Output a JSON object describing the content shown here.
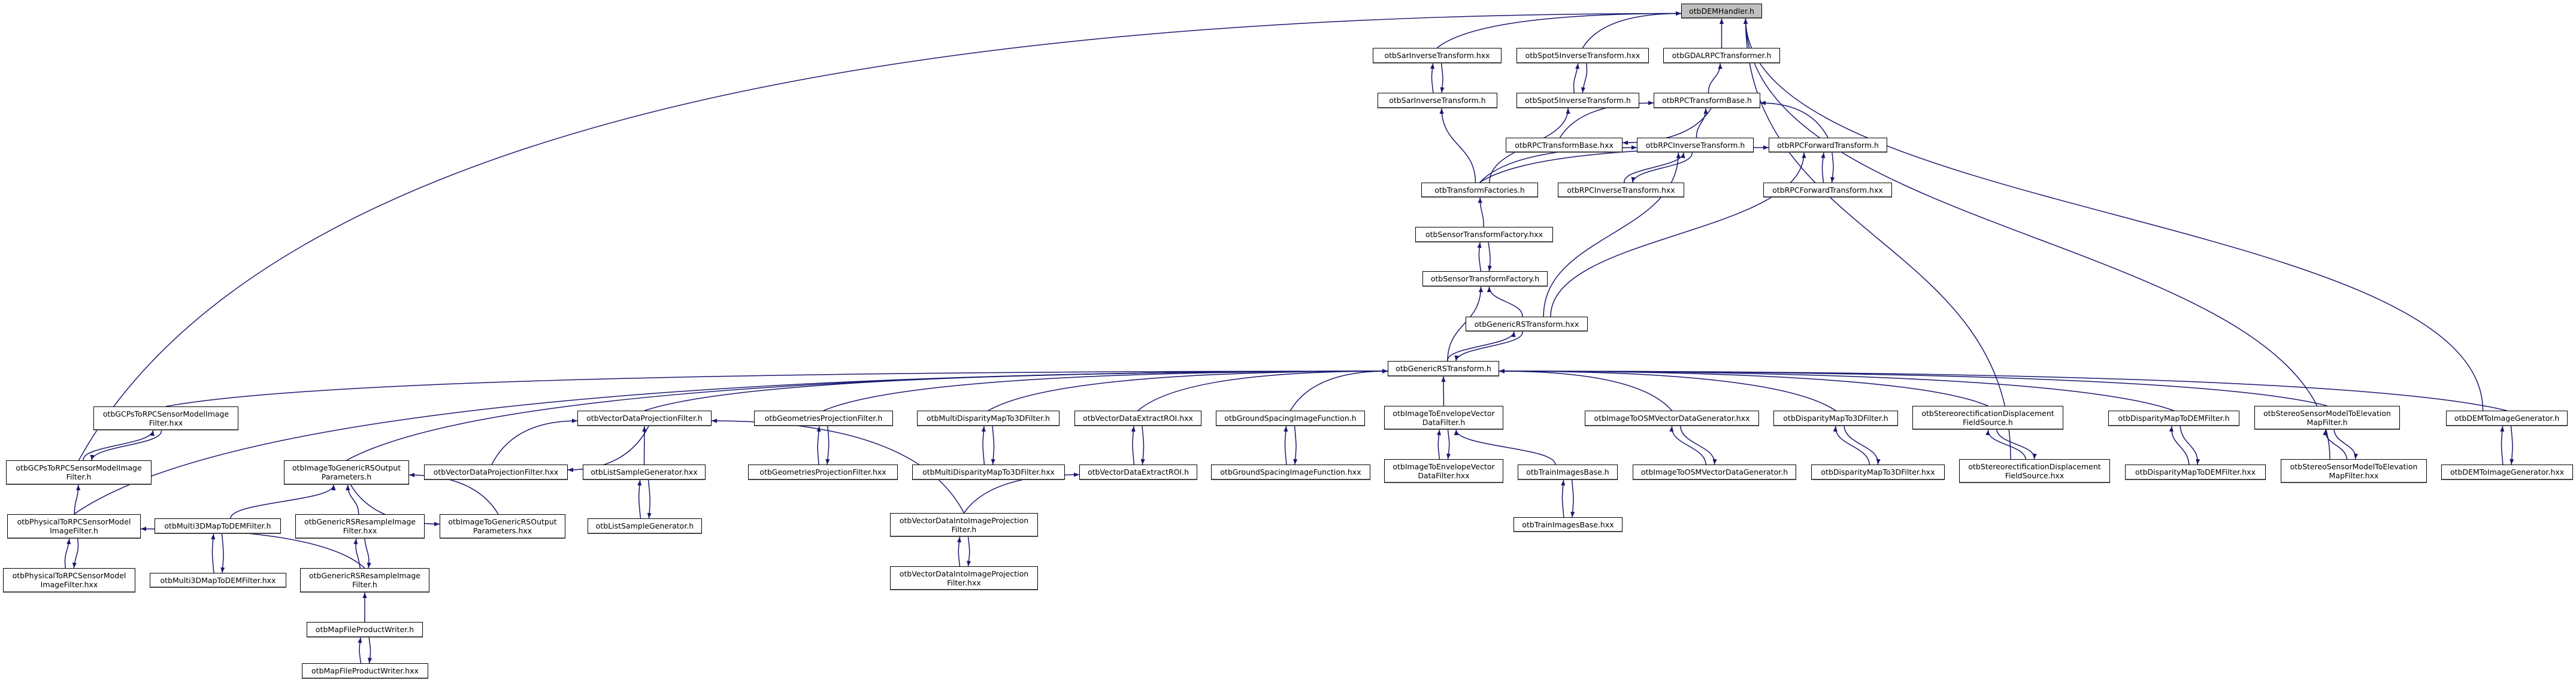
{
  "colors": {
    "edge": "#191970",
    "root_fill": "#bfbfbf",
    "node_border": "#000000"
  },
  "root": "dem",
  "nodes": [
    {
      "id": "dem",
      "label": "otbDEMHandler.h"
    },
    {
      "id": "sar_hxx",
      "label": "otbSarInverseTransform.hxx"
    },
    {
      "id": "spot_hxx",
      "label": "otbSpot5InverseTransform.hxx"
    },
    {
      "id": "gdal",
      "label": "otbGDALRPCTransformer.h"
    },
    {
      "id": "sar_h",
      "label": "otbSarInverseTransform.h"
    },
    {
      "id": "spot_h",
      "label": "otbSpot5InverseTransform.h"
    },
    {
      "id": "rpcb_h",
      "label": "otbRPCTransformBase.h"
    },
    {
      "id": "rpcb_hxx",
      "label": "otbRPCTransformBase.hxx"
    },
    {
      "id": "rpci_h",
      "label": "otbRPCInverseTransform.h"
    },
    {
      "id": "rpcf_h",
      "label": "otbRPCForwardTransform.h"
    },
    {
      "id": "tf_h",
      "label": "otbTransformFactories.h"
    },
    {
      "id": "rpci_hxx",
      "label": "otbRPCInverseTransform.hxx"
    },
    {
      "id": "rpcf_hxx",
      "label": "otbRPCForwardTransform.hxx"
    },
    {
      "id": "stf_hxx",
      "label": "otbSensorTransformFactory.hxx"
    },
    {
      "id": "stf_h",
      "label": "otbSensorTransformFactory.h"
    },
    {
      "id": "grs_hxx",
      "label": "otbGenericRSTransform.hxx"
    },
    {
      "id": "grs_h",
      "label": "otbGenericRSTransform.h"
    },
    {
      "id": "gcps_hxx",
      "label": "otbGCPsToRPCSensorModelImage\nFilter.hxx"
    },
    {
      "id": "vdp_h",
      "label": "otbVectorDataProjectionFilter.h"
    },
    {
      "id": "geo_h",
      "label": "otbGeometriesProjectionFilter.h"
    },
    {
      "id": "mdisp_h",
      "label": "otbMultiDisparityMapTo3DFilter.h"
    },
    {
      "id": "vdroi_hxx",
      "label": "otbVectorDataExtractROI.hxx"
    },
    {
      "id": "gs_h",
      "label": "otbGroundSpacingImageFunction.h"
    },
    {
      "id": "env_h",
      "label": "otbImageToEnvelopeVector\nDataFilter.h"
    },
    {
      "id": "osm_hxx",
      "label": "otbImageToOSMVectorDataGenerator.hxx"
    },
    {
      "id": "d3d_h",
      "label": "otbDisparityMapTo3DFilter.h"
    },
    {
      "id": "srect_h",
      "label": "otbStereorectificationDisplacement\nFieldSource.h"
    },
    {
      "id": "ddem_h",
      "label": "otbDisparityMapToDEMFilter.h"
    },
    {
      "id": "ssm_h",
      "label": "otbStereoSensorModelToElevation\nMapFilter.h"
    },
    {
      "id": "demimg_h",
      "label": "otbDEMToImageGenerator.h"
    },
    {
      "id": "gcps_h",
      "label": "otbGCPsToRPCSensorModelImage\nFilter.h"
    },
    {
      "id": "ogp_h",
      "label": "otbImageToGenericRSOutput\nParameters.h"
    },
    {
      "id": "vdp_hxx",
      "label": "otbVectorDataProjectionFilter.hxx"
    },
    {
      "id": "ls_hxx",
      "label": "otbListSampleGenerator.hxx"
    },
    {
      "id": "geo_hxx",
      "label": "otbGeometriesProjectionFilter.hxx"
    },
    {
      "id": "mdisp_hxx",
      "label": "otbMultiDisparityMapTo3DFilter.hxx"
    },
    {
      "id": "vdroi_h",
      "label": "otbVectorDataExtractROI.h"
    },
    {
      "id": "gs_hxx",
      "label": "otbGroundSpacingImageFunction.hxx"
    },
    {
      "id": "env_hxx",
      "label": "otbImageToEnvelopeVector\nDataFilter.hxx"
    },
    {
      "id": "tib_h",
      "label": "otbTrainImagesBase.h"
    },
    {
      "id": "osm_h",
      "label": "otbImageToOSMVectorDataGenerator.h"
    },
    {
      "id": "d3d_hxx",
      "label": "otbDisparityMapTo3DFilter.hxx"
    },
    {
      "id": "srect_hxx",
      "label": "otbStereorectificationDisplacement\nFieldSource.hxx"
    },
    {
      "id": "ddem_hxx",
      "label": "otbDisparityMapToDEMFilter.hxx"
    },
    {
      "id": "ssm_hxx",
      "label": "otbStereoSensorModelToElevation\nMapFilter.hxx"
    },
    {
      "id": "demimg_hxx",
      "label": "otbDEMToImageGenerator.hxx"
    },
    {
      "id": "phys_h",
      "label": "otbPhysicalToRPCSensorModel\nImageFilter.h"
    },
    {
      "id": "m3d_h",
      "label": "otbMulti3DMapToDEMFilter.h"
    },
    {
      "id": "rsr_hxx",
      "label": "otbGenericRSResampleImage\nFilter.hxx"
    },
    {
      "id": "ogp_hxx",
      "label": "otbImageToGenericRSOutput\nParameters.hxx"
    },
    {
      "id": "ls_h",
      "label": "otbListSampleGenerator.h"
    },
    {
      "id": "vdip_h",
      "label": "otbVectorDataIntoImageProjection\nFilter.h"
    },
    {
      "id": "tib_hxx",
      "label": "otbTrainImagesBase.hxx"
    },
    {
      "id": "phys_hxx",
      "label": "otbPhysicalToRPCSensorModel\nImageFilter.hxx"
    },
    {
      "id": "m3d_hxx",
      "label": "otbMulti3DMapToDEMFilter.hxx"
    },
    {
      "id": "rsr_h",
      "label": "otbGenericRSResampleImage\nFilter.h"
    },
    {
      "id": "vdip_hxx",
      "label": "otbVectorDataIntoImageProjection\nFilter.hxx"
    },
    {
      "id": "mfw_h",
      "label": "otbMapFileProductWriter.h"
    },
    {
      "id": "mfw_hxx",
      "label": "otbMapFileProductWriter.hxx"
    }
  ],
  "edges": [
    [
      "sar_hxx",
      "dem"
    ],
    [
      "spot_hxx",
      "dem"
    ],
    [
      "gdal",
      "dem"
    ],
    [
      "gcps_h",
      "dem"
    ],
    [
      "srect_hxx",
      "dem"
    ],
    [
      "ssm_hxx",
      "dem"
    ],
    [
      "demimg_h",
      "dem"
    ],
    [
      "sar_h",
      "sar_hxx"
    ],
    [
      "sar_hxx",
      "sar_h"
    ],
    [
      "spot_h",
      "spot_hxx"
    ],
    [
      "spot_hxx",
      "spot_h"
    ],
    [
      "rpcb_h",
      "gdal"
    ],
    [
      "rpcb_hxx",
      "rpcb_h"
    ],
    [
      "rpcb_h",
      "rpcb_hxx"
    ],
    [
      "rpci_h",
      "rpcb_h"
    ],
    [
      "rpcf_h",
      "rpcb_h"
    ],
    [
      "rpci_hxx",
      "rpci_h"
    ],
    [
      "rpci_h",
      "rpci_hxx"
    ],
    [
      "rpcf_hxx",
      "rpcf_h"
    ],
    [
      "rpcf_h",
      "rpcf_hxx"
    ],
    [
      "tf_h",
      "sar_h"
    ],
    [
      "tf_h",
      "spot_h"
    ],
    [
      "tf_h",
      "rpci_h"
    ],
    [
      "tf_h",
      "rpcf_h"
    ],
    [
      "stf_hxx",
      "tf_h"
    ],
    [
      "stf_h",
      "stf_hxx"
    ],
    [
      "stf_hxx",
      "stf_h"
    ],
    [
      "grs_hxx",
      "stf_h"
    ],
    [
      "grs_hxx",
      "rpci_h"
    ],
    [
      "grs_hxx",
      "rpcf_h"
    ],
    [
      "grs_h",
      "grs_hxx"
    ],
    [
      "grs_hxx",
      "grs_h"
    ],
    [
      "grs_h",
      "stf_h"
    ],
    [
      "gcps_hxx",
      "grs_h"
    ],
    [
      "vdp_h",
      "grs_h"
    ],
    [
      "geo_h",
      "grs_h"
    ],
    [
      "mdisp_h",
      "grs_h"
    ],
    [
      "vdroi_hxx",
      "grs_h"
    ],
    [
      "gs_h",
      "grs_h"
    ],
    [
      "env_h",
      "grs_h"
    ],
    [
      "osm_hxx",
      "grs_h"
    ],
    [
      "d3d_h",
      "grs_h"
    ],
    [
      "srect_h",
      "grs_h"
    ],
    [
      "ddem_h",
      "grs_h"
    ],
    [
      "ssm_h",
      "grs_h"
    ],
    [
      "demimg_h",
      "grs_h"
    ],
    [
      "ogp_h",
      "grs_h"
    ],
    [
      "phys_h",
      "grs_h"
    ],
    [
      "gcps_h",
      "gcps_hxx"
    ],
    [
      "gcps_hxx",
      "gcps_h"
    ],
    [
      "phys_h",
      "gcps_h"
    ],
    [
      "phys_hxx",
      "phys_h"
    ],
    [
      "phys_h",
      "phys_hxx"
    ],
    [
      "rsr_h",
      "phys_h"
    ],
    [
      "m3d_h",
      "ogp_h"
    ],
    [
      "rsr_hxx",
      "ogp_h"
    ],
    [
      "ogp_hxx",
      "ogp_h"
    ],
    [
      "ogp_h",
      "ogp_hxx"
    ],
    [
      "m3d_hxx",
      "m3d_h"
    ],
    [
      "m3d_h",
      "m3d_hxx"
    ],
    [
      "rsr_h",
      "rsr_hxx"
    ],
    [
      "rsr_hxx",
      "rsr_h"
    ],
    [
      "mfw_h",
      "rsr_h"
    ],
    [
      "mfw_hxx",
      "mfw_h"
    ],
    [
      "mfw_h",
      "mfw_hxx"
    ],
    [
      "vdp_hxx",
      "vdp_h"
    ],
    [
      "vdp_h",
      "vdp_hxx"
    ],
    [
      "ls_hxx",
      "vdp_h"
    ],
    [
      "ls_h",
      "ls_hxx"
    ],
    [
      "ls_hxx",
      "ls_h"
    ],
    [
      "vdip_h",
      "vdp_h"
    ],
    [
      "vdip_h",
      "vdroi_h"
    ],
    [
      "vdip_hxx",
      "vdip_h"
    ],
    [
      "vdip_h",
      "vdip_hxx"
    ],
    [
      "geo_hxx",
      "geo_h"
    ],
    [
      "geo_h",
      "geo_hxx"
    ],
    [
      "mdisp_hxx",
      "mdisp_h"
    ],
    [
      "mdisp_h",
      "mdisp_hxx"
    ],
    [
      "vdroi_h",
      "vdroi_hxx"
    ],
    [
      "vdroi_hxx",
      "vdroi_h"
    ],
    [
      "gs_hxx",
      "gs_h"
    ],
    [
      "gs_h",
      "gs_hxx"
    ],
    [
      "env_hxx",
      "env_h"
    ],
    [
      "env_h",
      "env_hxx"
    ],
    [
      "tib_h",
      "env_h"
    ],
    [
      "tib_hxx",
      "tib_h"
    ],
    [
      "tib_h",
      "tib_hxx"
    ],
    [
      "osm_h",
      "osm_hxx"
    ],
    [
      "osm_hxx",
      "osm_h"
    ],
    [
      "d3d_hxx",
      "d3d_h"
    ],
    [
      "d3d_h",
      "d3d_hxx"
    ],
    [
      "srect_hxx",
      "srect_h"
    ],
    [
      "srect_h",
      "srect_hxx"
    ],
    [
      "ddem_hxx",
      "ddem_h"
    ],
    [
      "ddem_h",
      "ddem_hxx"
    ],
    [
      "ssm_hxx",
      "ssm_h"
    ],
    [
      "ssm_h",
      "ssm_hxx"
    ],
    [
      "demimg_hxx",
      "demimg_h"
    ],
    [
      "demimg_h",
      "demimg_hxx"
    ]
  ]
}
